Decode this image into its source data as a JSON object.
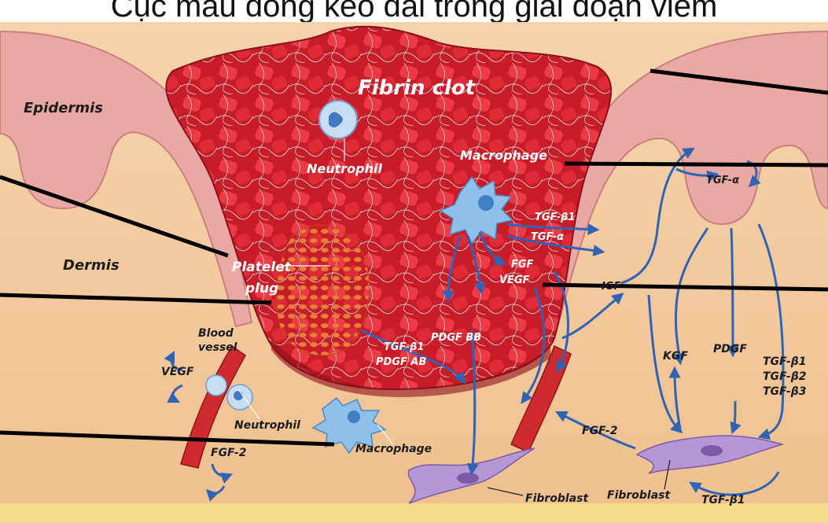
{
  "title": "Cục máu đông kéo dài trong giai đoạn viêm",
  "labels": {
    "fibrin_clot": "Fibrin clot",
    "epidermis": "Epidermis",
    "dermis": "Dermis",
    "neutrophil_clot": "Neutrophil",
    "macrophage_clot": "Macrophage",
    "platelet": "Platelet",
    "plug": "plug",
    "blood": "Blood",
    "vessel": "vessel",
    "neutrophil_tissue": "Neutrophil",
    "macrophage_tissue": "Macrophage",
    "fibroblast_center": "Fibroblast",
    "fibroblast_right": "Fibroblast"
  },
  "factors": {
    "tgf_a_top": "TGF-α",
    "tgf_b1_mac": "TGF-β1",
    "tgf_a_mac": "TGF-α",
    "fgf": "FGF",
    "vegf_clot": "VEGF",
    "igf": "IGF",
    "pdgf_bb": "PDGF BB",
    "tgf_b1_plate": "TGF-β1",
    "pdgf_ab": "PDGF AB",
    "vegf_vessel": "VEGF",
    "fgf2_vessel": "FGF-2",
    "kgf": "KGF",
    "pdgf_right": "PDGF",
    "tgf_b1_right": "TGF-β1",
    "tgf_b2_right": "TGF-β2",
    "tgf_b3_right": "TGF-β3",
    "fgf2_fibro": "FGF-2",
    "tgf_b1_bottom": "TGF-β1"
  },
  "colors": {
    "dermis": "#f2c9a0",
    "epidermis": "#e9a2a0",
    "clot": "#d8222e",
    "arrow": "#2f63b5",
    "fibroblast": "#a88bc9",
    "macrophage": "#6fa8dc"
  }
}
